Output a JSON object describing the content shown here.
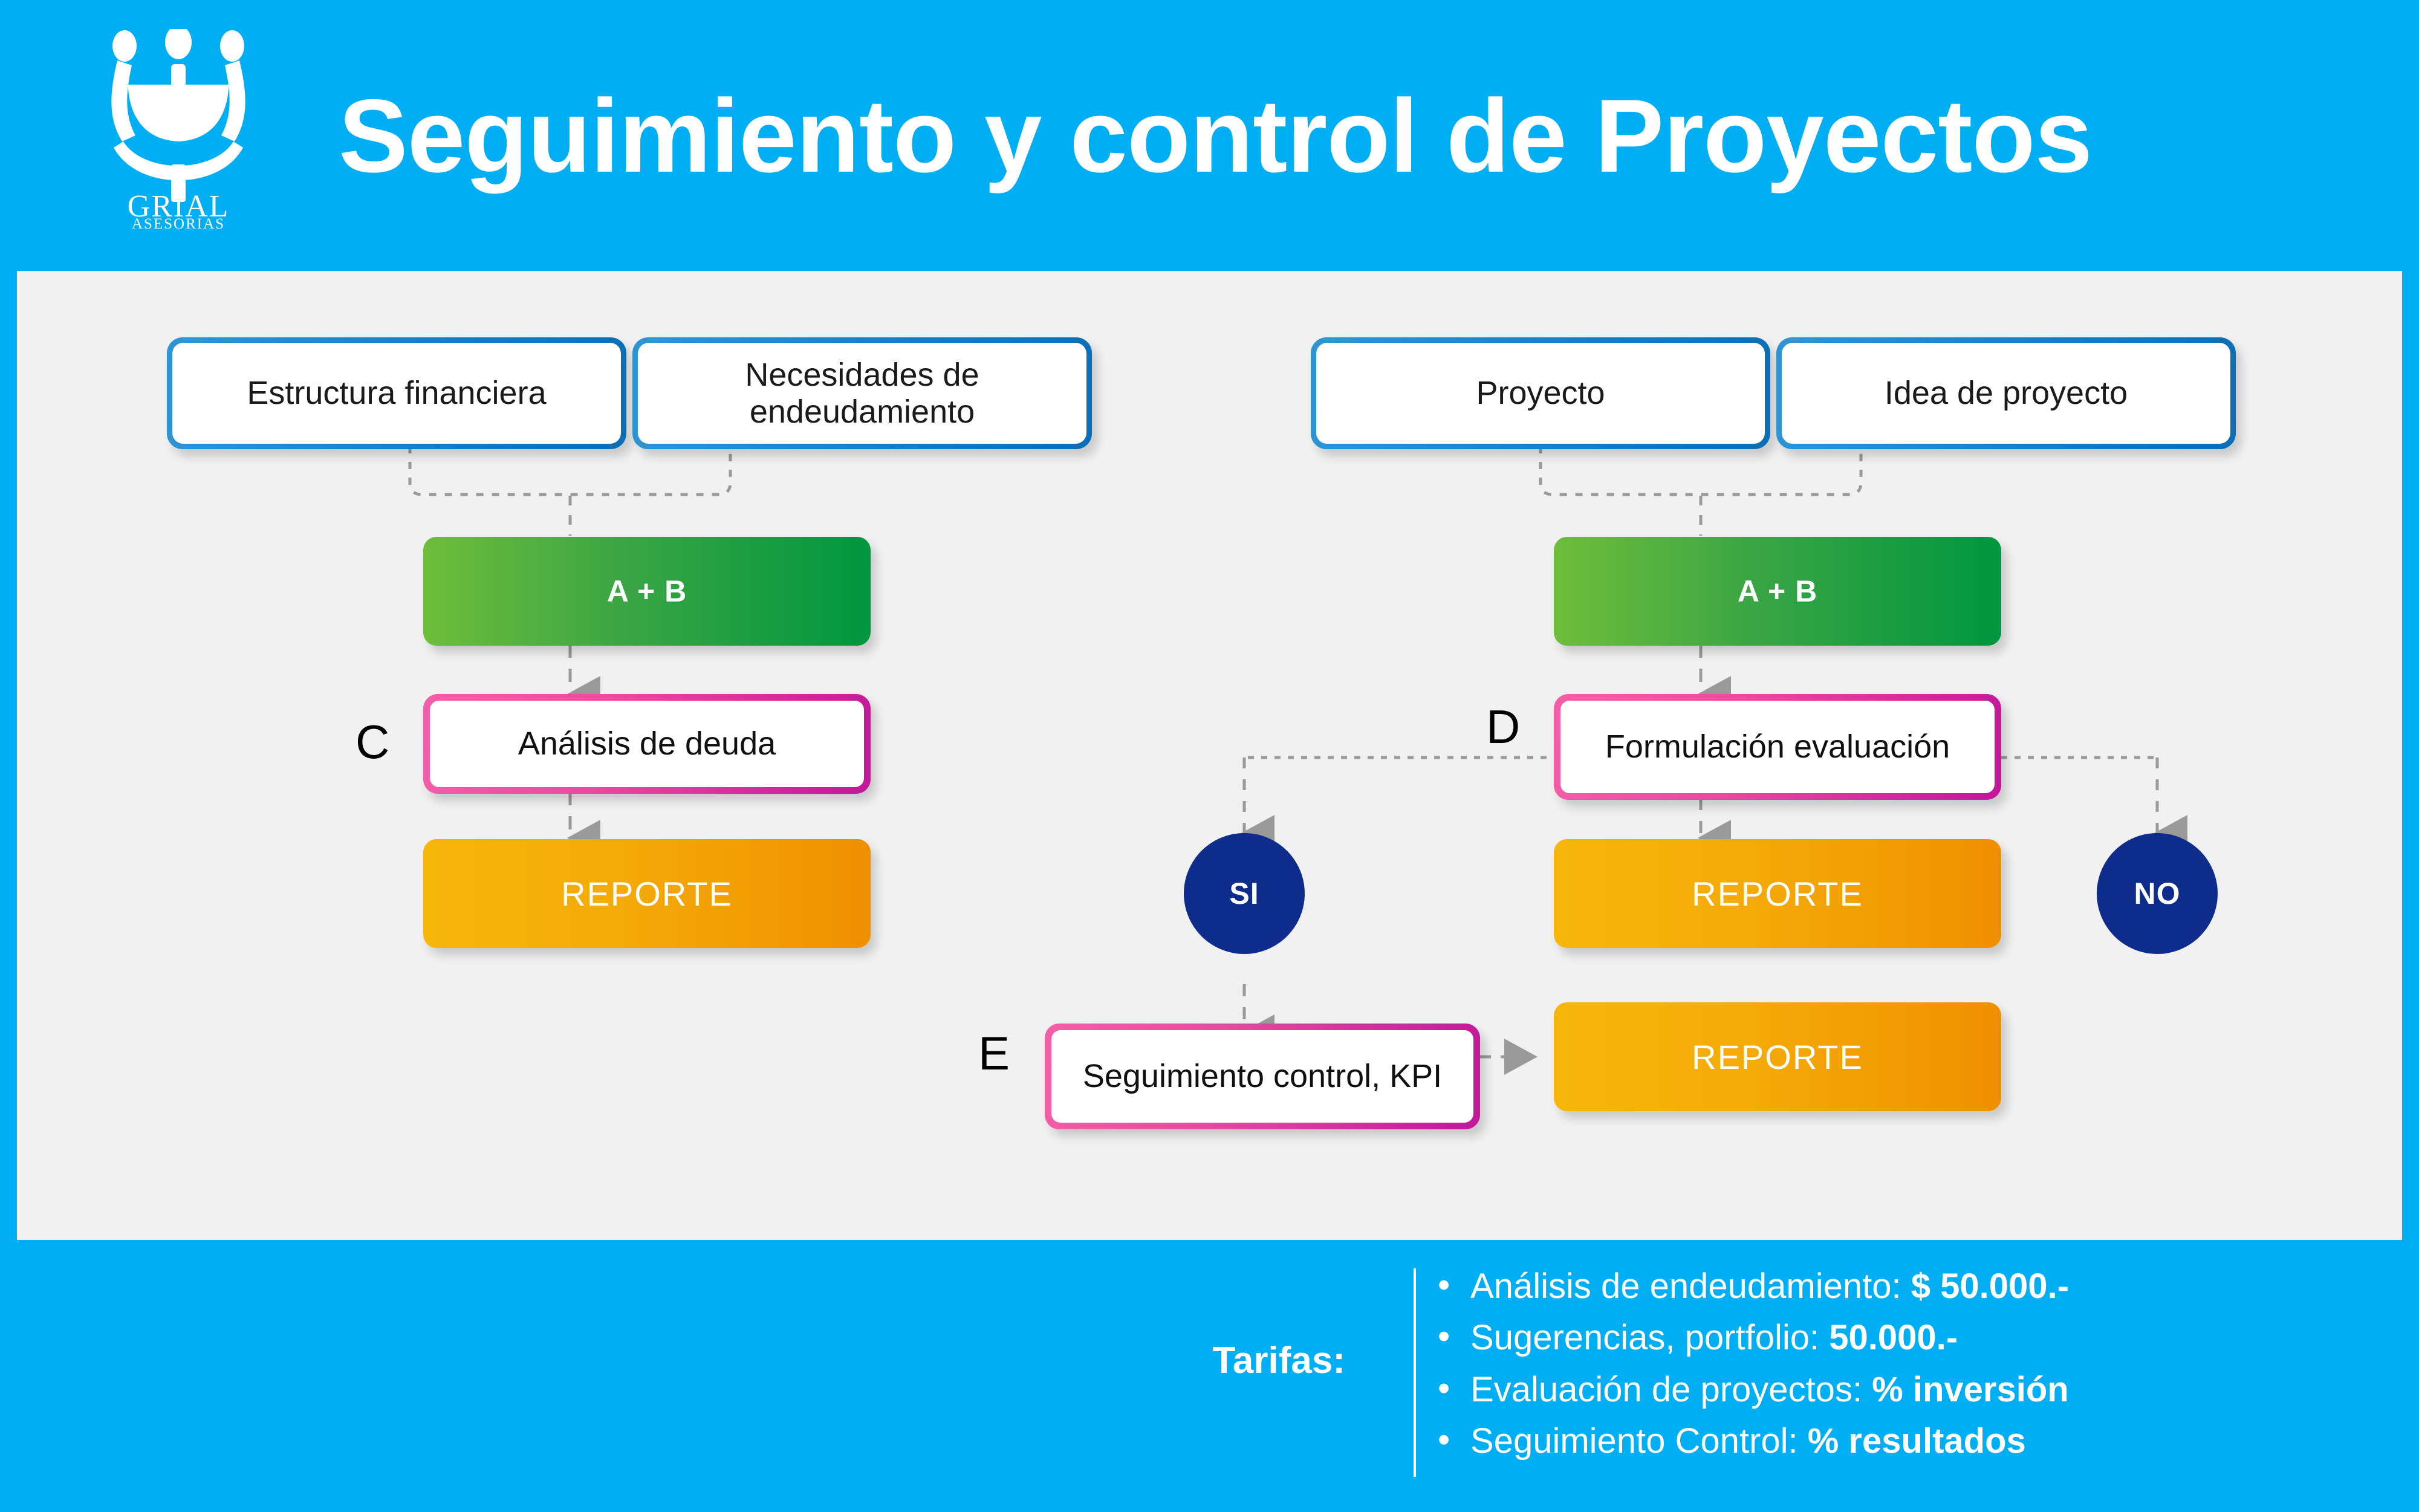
{
  "header": {
    "title": "Seguimiento y control de Proyectos",
    "background_color": "#00aef3",
    "logo": {
      "name": "grial-chalice-logo",
      "wordmark": "GRIAL",
      "subwordmark": "ASESORIAS"
    }
  },
  "colors": {
    "brand_blue": "#00aef3",
    "canvas": "#f1f1f1",
    "box_blue_border_from": "#2f95d5",
    "box_blue_border_to": "#0b6eb5",
    "box_green_from": "#6fbd3b",
    "box_green_to": "#009640",
    "box_pink_from": "#f45fa8",
    "box_pink_to": "#c2179a",
    "box_orange_from": "#f6b60a",
    "box_orange_to": "#ef8f00",
    "circle_navy": "#0d2c8c",
    "connector_gray": "#9a9a9a",
    "text_dark": "#101010",
    "text_light": "#ffffff"
  },
  "diagram": {
    "left_branch": {
      "inputs": [
        {
          "label": "Estructura financiera"
        },
        {
          "label": "Necesidades de endeudamiento"
        }
      ],
      "combine": {
        "label": "A + B"
      },
      "step": {
        "marker": "C",
        "label": "Análisis de deuda"
      },
      "output": {
        "label": "REPORTE"
      }
    },
    "right_branch": {
      "inputs": [
        {
          "label": "Proyecto"
        },
        {
          "label": "Idea de proyecto"
        }
      ],
      "combine": {
        "label": "A + B"
      },
      "step": {
        "marker": "D",
        "label": "Formulación evaluación"
      },
      "decision_yes": {
        "label": "SI"
      },
      "decision_no": {
        "label": "NO"
      },
      "output": {
        "label": "REPORTE"
      },
      "followup": {
        "marker": "E",
        "label": "Seguimiento control, KPI"
      },
      "followup_output": {
        "label": "REPORTE"
      }
    }
  },
  "footer": {
    "label": "Tarifas:",
    "items": [
      {
        "text": "Análisis de endeudamiento: ",
        "value": "$ 50.000.-"
      },
      {
        "text": "Sugerencias, portfolio: ",
        "value": "50.000.-"
      },
      {
        "text": "Evaluación de proyectos: ",
        "value": "% inversión"
      },
      {
        "text": "Seguimiento Control: ",
        "value": "% resultados"
      }
    ]
  }
}
